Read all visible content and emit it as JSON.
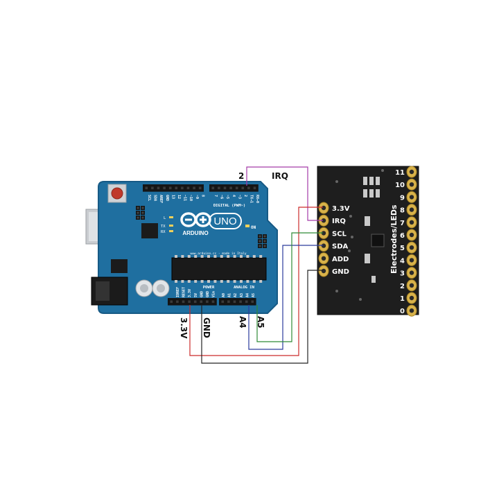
{
  "diagram": {
    "arduino": {
      "logo": "ARDUINO",
      "model": "UNO",
      "digital_header": "DIGITAL (PWM~)",
      "power_header": "POWER",
      "analog_header": "ANALOG IN",
      "top_pins": [
        "SCL",
        "SDA",
        "AREF",
        "GND",
        "13",
        "12",
        "~11",
        "~10",
        "~9",
        "8",
        "7",
        "~6",
        "~5",
        "4",
        "~3",
        "2",
        "TX→1",
        "RX←0"
      ],
      "power_pins": [
        "IOREF",
        "RESET",
        "3.3V",
        "5V",
        "GND",
        "GND",
        "Vin"
      ],
      "analog_pins": [
        "A0",
        "A1",
        "A2",
        "A3",
        "A4",
        "A5"
      ],
      "on_led": "ON",
      "tx": "TX",
      "rx": "RX",
      "l_led": "L",
      "website": "www.arduino.cc - made in Italy",
      "colors": {
        "board": "#1f6fa0",
        "board_edge": "#175a85"
      }
    },
    "breakout": {
      "left_pins": [
        "3.3V",
        "IRQ",
        "SCL",
        "SDA",
        "ADD",
        "GND"
      ],
      "right_pins": [
        "11",
        "10",
        "9",
        "8",
        "7",
        "6",
        "5",
        "4",
        "3",
        "2",
        "1",
        "0"
      ],
      "side_label": "Electrodes/LEDs",
      "colors": {
        "board": "#1e1e1e",
        "pad": "#d8b24a"
      }
    },
    "wire_labels": {
      "pin2": "2",
      "irq": "IRQ",
      "v33": "3.3V",
      "gnd": "GND",
      "a4": "A4",
      "a5": "A5"
    },
    "wires": [
      {
        "from": "2",
        "to": "IRQ",
        "color": "#a43aa8"
      },
      {
        "from": "3.3V",
        "to": "3.3V",
        "color": "#cc2a2a"
      },
      {
        "from": "GND",
        "to": "GND",
        "color": "#222222"
      },
      {
        "from": "A4",
        "to": "SDA",
        "color": "#2a3a9c"
      },
      {
        "from": "A5",
        "to": "SCL",
        "color": "#2e8a35"
      }
    ]
  }
}
